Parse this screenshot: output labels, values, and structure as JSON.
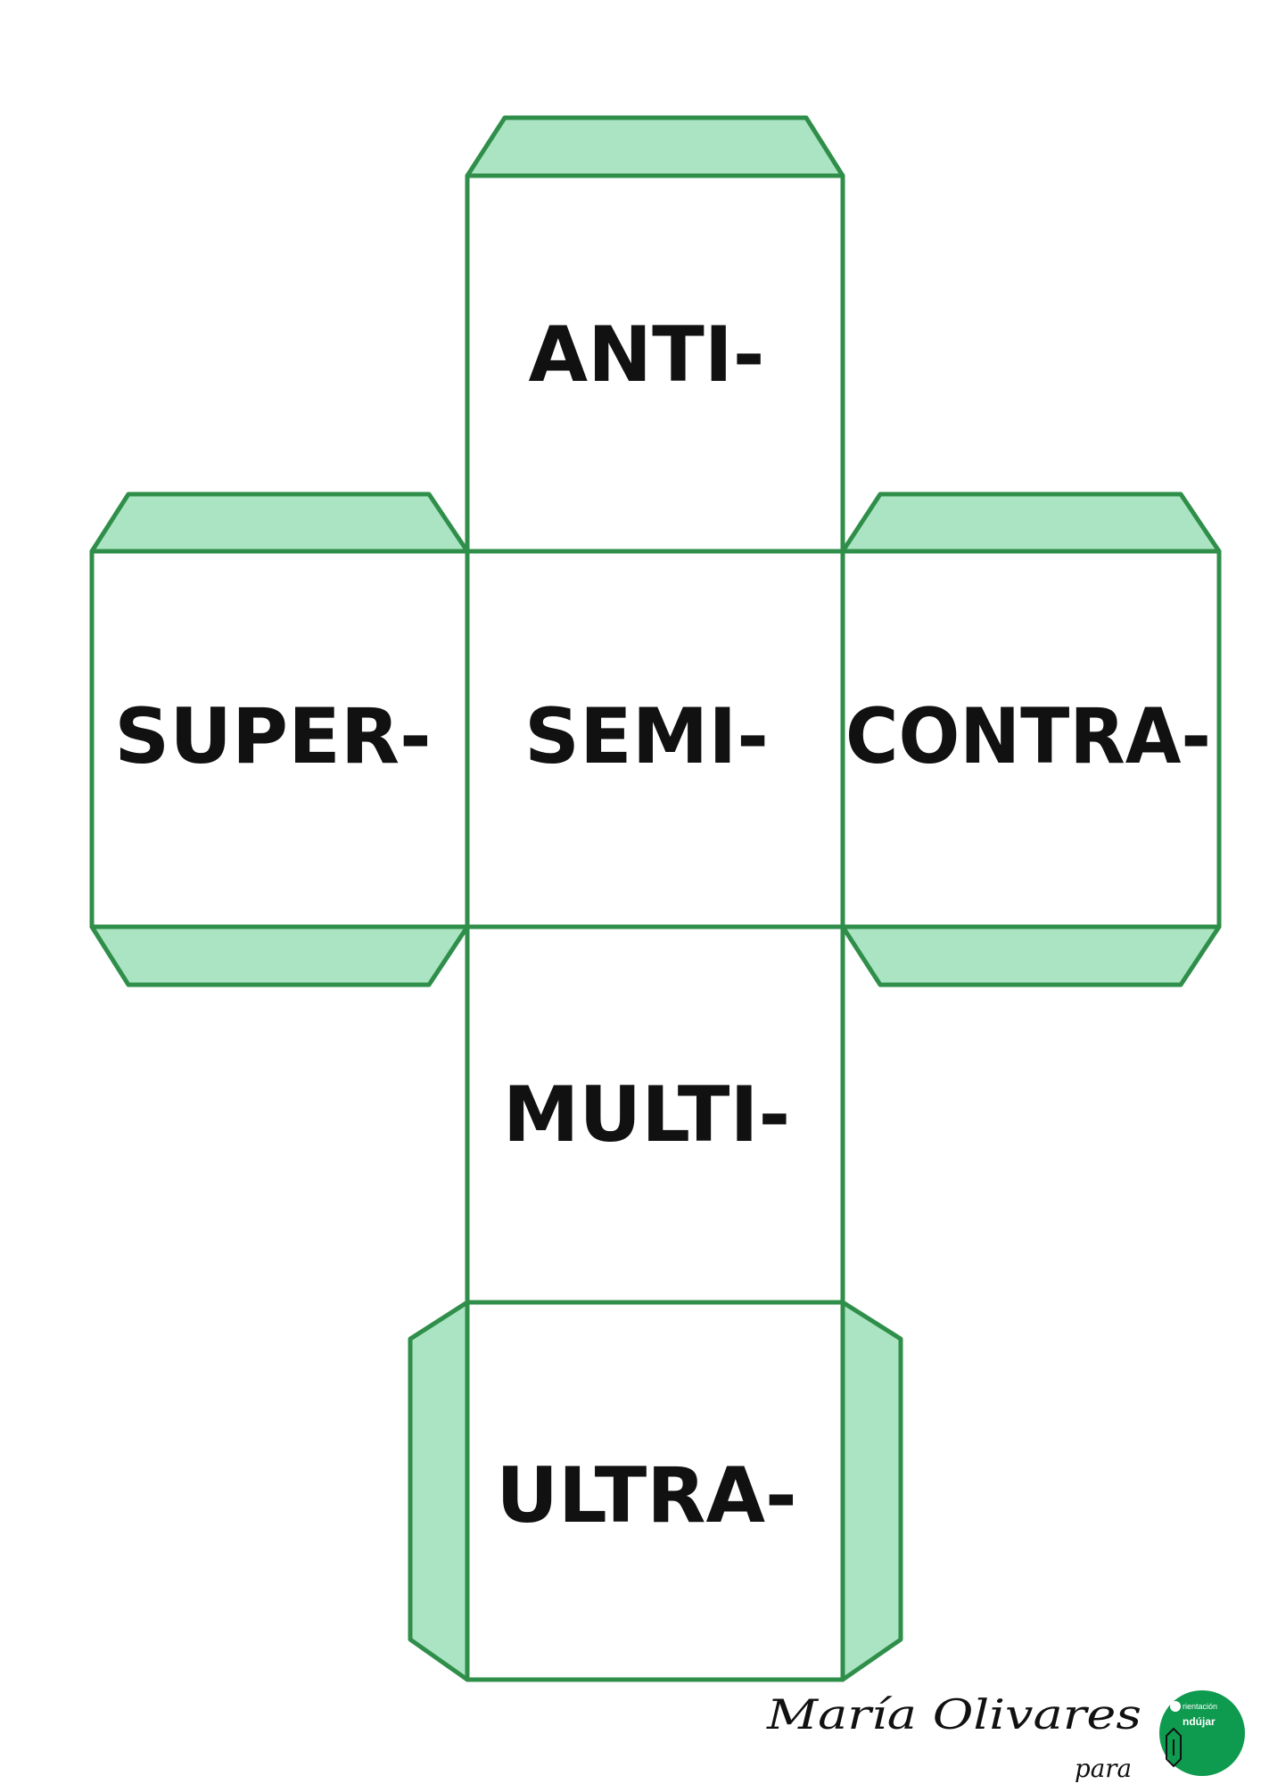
{
  "faces": {
    "top": "ANTI-",
    "left": "SUPER-",
    "center": "SEMI-",
    "right": "CONTRA-",
    "lower": "MULTI-",
    "bottom": "ULTRA-"
  },
  "signature": {
    "author": "María Olivares",
    "para": "para",
    "logo_line1": "rientación",
    "logo_line2": "ndújar"
  },
  "colors": {
    "stroke": "#2f8f4a",
    "flap_fill": "#abe4c3",
    "logo": "#0e9a4f"
  }
}
